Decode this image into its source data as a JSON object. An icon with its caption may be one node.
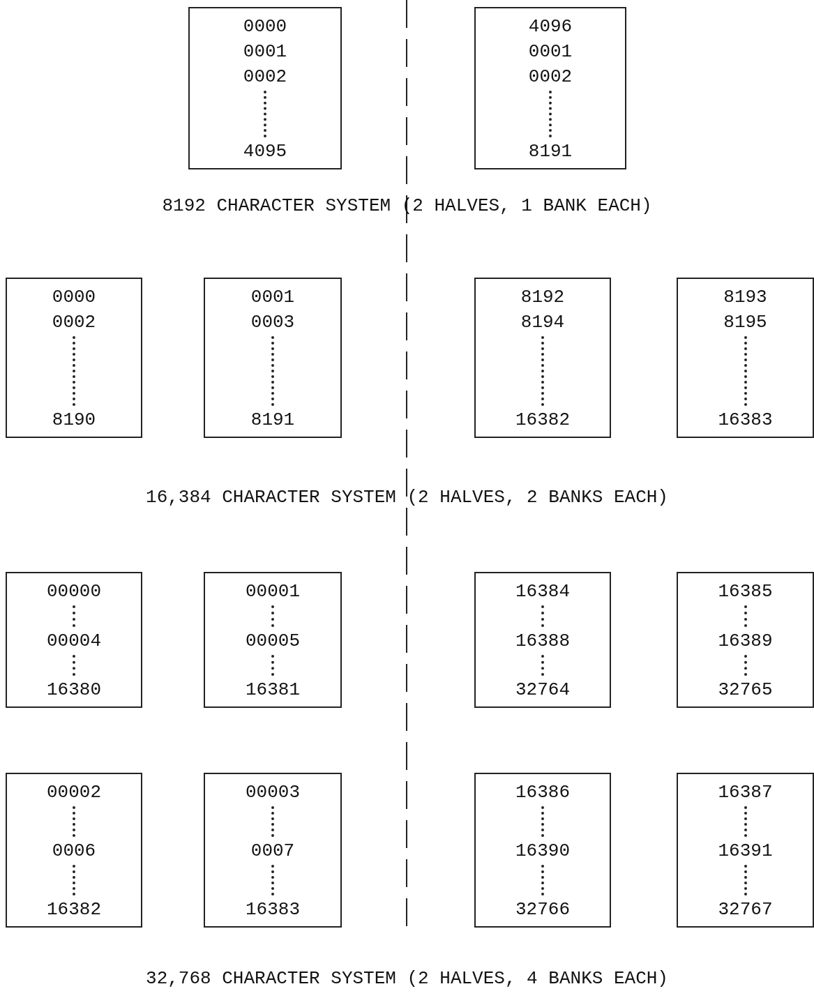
{
  "diagram": {
    "nodes": [
      {
        "text": [
          "0000",
          "0001",
          "0002",
          "4095"
        ]
      },
      {
        "text": [
          "4096",
          "0001",
          "0002",
          "8191"
        ]
      },
      {
        "text": [
          "0000",
          "0002",
          "8190"
        ]
      },
      {
        "text": [
          "0001",
          "0003",
          "8191"
        ]
      },
      {
        "text": [
          "8192",
          "8194",
          "16382"
        ]
      },
      {
        "text": [
          "8193",
          "8195",
          "16383"
        ]
      },
      {
        "text": [
          "00000",
          "00004",
          "16380"
        ]
      },
      {
        "text": [
          "00001",
          "00005",
          "16381"
        ]
      },
      {
        "text": [
          "16384",
          "16388",
          "32764"
        ]
      },
      {
        "text": [
          "16385",
          "16389",
          "32765"
        ]
      },
      {
        "text": [
          "00002",
          "0006",
          "16382"
        ]
      },
      {
        "text": [
          "00003",
          "0007",
          "16383"
        ]
      },
      {
        "text": [
          "16386",
          "16390",
          "32766"
        ]
      },
      {
        "text": [
          "16387",
          "16391",
          "32767"
        ]
      }
    ],
    "labels": [
      "8192 CHARACTER SYSTEM (2 HALVES, 1 BANK EACH)",
      "16,384 CHARACTER SYSTEM (2 HALVES, 2 BANKS EACH)",
      "32,768 CHARACTER SYSTEM (2 HALVES, 4 BANKS EACH)"
    ]
  }
}
